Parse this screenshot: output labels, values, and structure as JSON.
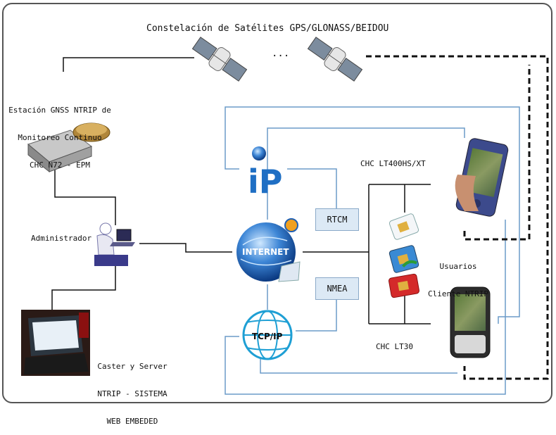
{
  "title": "Constelación de Satélites GPS/GLONASS/BEIDOU",
  "ellipsis": "...",
  "station": {
    "line1": "Estación GNSS NTRIP de",
    "line2": "Monitoreo Continuo",
    "line3": "CHC N72 - EPM"
  },
  "admin_label": "Administrador",
  "caster": {
    "line1": "Caster y Server",
    "line2": "NTRIP - SISTEMA",
    "line3": "WEB EMBEDED"
  },
  "rtcm_label": "RTCM",
  "nmea_label": "NMEA",
  "internet_label": "INTERNET",
  "ip_label": "iP",
  "tcpip_label": "TCP/IP",
  "device_top_label": "CHC LT400HS/XT",
  "device_bottom_label": "CHC LT30",
  "users": {
    "line1": "Usuarios",
    "line2": "Cliente NTRIP"
  },
  "colors": {
    "blue_line": "#6c9bc8",
    "black_line": "#111111",
    "box_fill": "#dce9f5",
    "globe": "#1e5fb4"
  }
}
